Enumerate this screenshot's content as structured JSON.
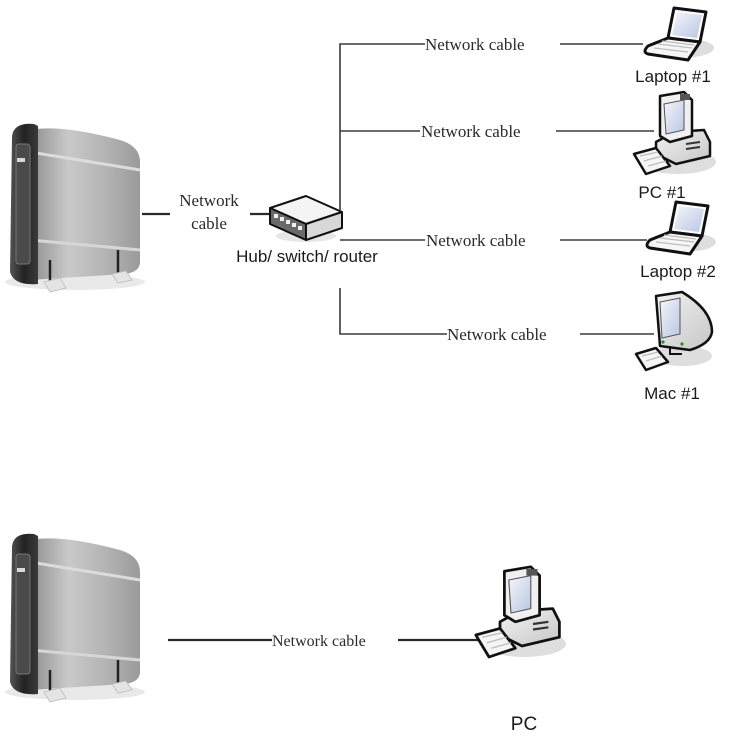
{
  "diagrams": [
    {
      "title": "Network via hub",
      "storage_device": "external-storage-drive",
      "storage_link_label_line1": "Network",
      "storage_link_label_line2": "cable",
      "hub_label": "Hub/ switch/ router",
      "clients": [
        {
          "name": "Laptop #1",
          "device": "laptop",
          "cable_label": "Network cable"
        },
        {
          "name": "PC #1",
          "device": "desktop-pc",
          "cable_label": "Network cable"
        },
        {
          "name": "Laptop #2",
          "device": "laptop",
          "cable_label": "Network cable"
        },
        {
          "name": "Mac #1",
          "device": "mac",
          "cable_label": "Network cable"
        }
      ]
    },
    {
      "title": "Direct connection",
      "storage_device": "external-storage-drive",
      "cable_label": "Network cable",
      "client": {
        "name": "PC",
        "device": "desktop-pc"
      }
    }
  ],
  "colors": {
    "line": "#3a3a3a",
    "drive_body": "#b8b8b8",
    "drive_bezel": "#2e2e2e",
    "screen": "#cfd8ec"
  }
}
